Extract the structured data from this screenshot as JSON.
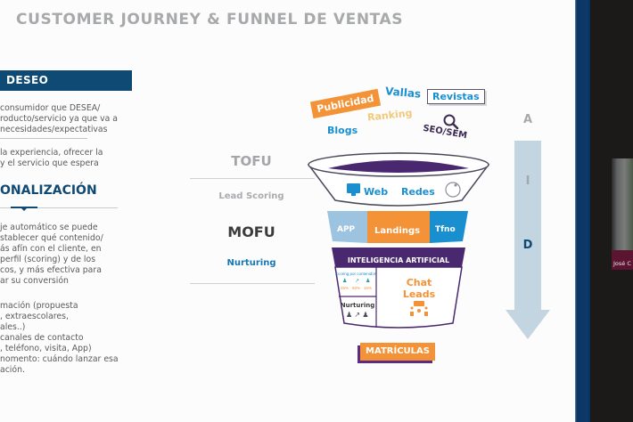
{
  "slide": {
    "title": "CUSTOMER JOURNEY & FUNNEL DE VENTAS",
    "left_panel": {
      "deseo_heading": "DESEO",
      "deseo_text": [
        "consumidor que DESEA/",
        "roducto/servicio ya que va a",
        "necesidades/expectativas"
      ],
      "experiencia_text": [
        "la experiencia, ofrecer la",
        "y el servicio que espera"
      ],
      "personalizacion_heading": "ONALIZACIÓN",
      "personalizacion_text": [
        "je automático se puede",
        "stablecer qué contenido/",
        "ás afín con el cliente, en",
        "perfil (scoring) y de los",
        "cos, y más efectiva para",
        "ar su conversión"
      ],
      "bullets_text": [
        "mación (propuesta",
        ", extraescolares,",
        "ales..)",
        "canales de contacto",
        ", teléfono, visita, App)",
        "nomento: cuándo lanzar esa",
        "ación."
      ]
    },
    "stages": {
      "tofu": "TOFU",
      "lead_scoring": "Lead Scoring",
      "mofu": "MOFU",
      "nurturing": "Nurturing"
    },
    "channels": {
      "publicidad": "Publicidad",
      "vallas": "Vallas",
      "revistas": "Revistas",
      "ranking": "Ranking",
      "blogs": "Blogs",
      "seo_sem": "SEO/SEM"
    },
    "funnel": {
      "top_row": [
        "Web",
        "Redes"
      ],
      "middle_row": [
        "APP",
        "Landings",
        "Tfno"
      ],
      "ai_heading": "INTELIGENCIA ARTIFICIAL",
      "scoring_label": "Scoring por contenidos",
      "scoring_values": [
        "25%",
        "50%",
        "15%"
      ],
      "nurturing_label": "Nurturing",
      "chat_leads": [
        "Chat",
        "Leads"
      ],
      "bottom": "MATRÍCULAS"
    },
    "aida": [
      "A",
      "I",
      "D"
    ],
    "colors": {
      "navy": "#0e4a73",
      "orange": "#f39236",
      "purple": "#4a2870",
      "blue": "#1a8fcf",
      "light_blue": "#9cc3df",
      "arrow": "#c4d5e2"
    }
  },
  "video_panel": {
    "participant_name": "José C"
  }
}
